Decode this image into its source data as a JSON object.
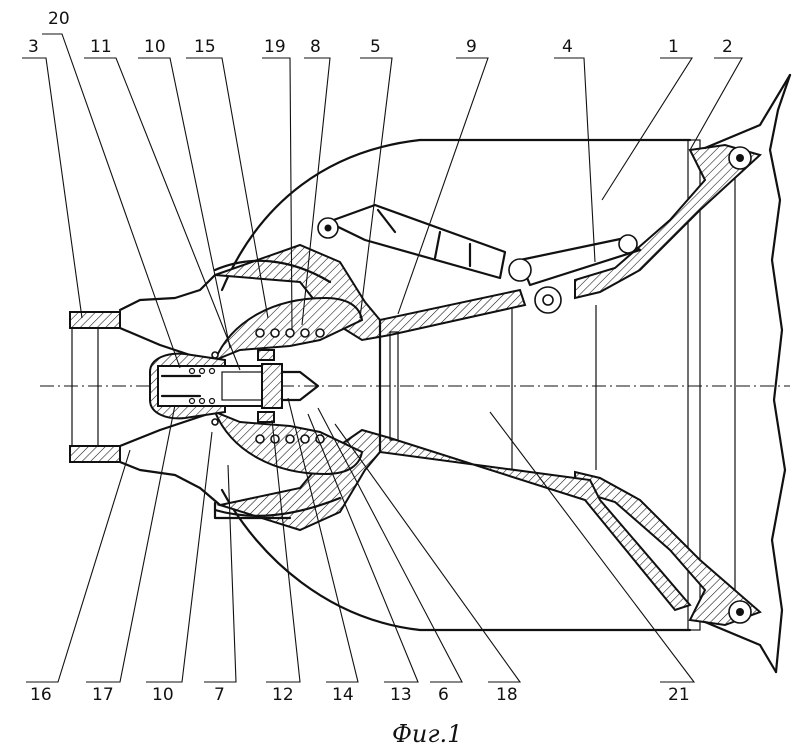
{
  "figure": {
    "caption": "Фиг.1",
    "top_labels": [
      "20",
      "3",
      "11",
      "10",
      "15",
      "19",
      "8",
      "5",
      "9",
      "4",
      "1",
      "2"
    ],
    "bottom_labels": [
      "16",
      "17",
      "10",
      "7",
      "12",
      "14",
      "13",
      "6",
      "18",
      "21"
    ]
  }
}
